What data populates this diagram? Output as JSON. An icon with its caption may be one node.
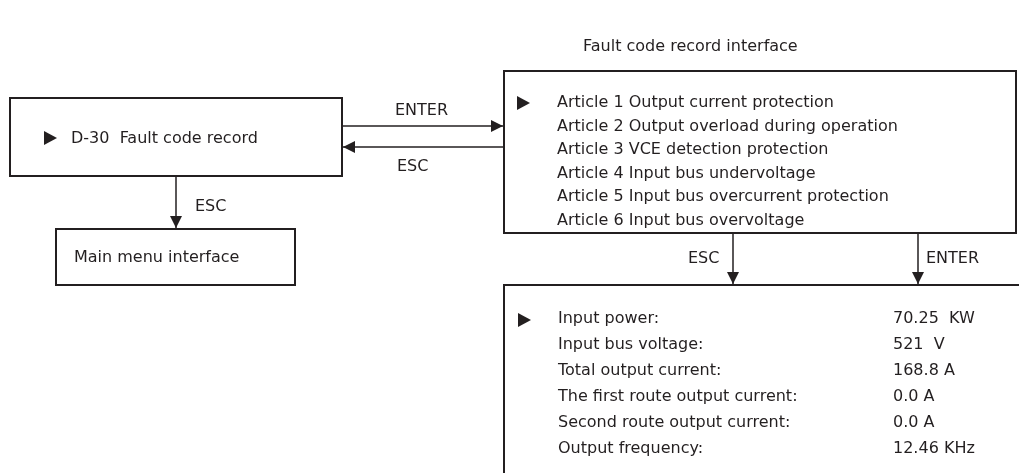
{
  "diagram": {
    "nodes": [
      {
        "text": [
          "D-30  Fault code record"
        ]
      },
      {
        "text": [
          "Main menu interface"
        ]
      },
      {
        "text": [
          "Fault code record interface",
          "Article 1 Output current protection",
          "Article 2 Output overload during operation",
          "Article 3 VCE detection protection",
          "Article 4 Input bus undervoltage",
          "Article 5 Input bus overcurrent protection",
          "Article 6 Input bus overvoltage"
        ]
      },
      {
        "text": [
          "Input power:",
          "70.25  KW",
          "Input bus voltage:",
          "521  V",
          "Total output current:",
          "168.8 A",
          "The first route output current:",
          "0.0 A",
          "Second route output current:",
          "0.0 A",
          "Output frequency:",
          "12.46 KHz"
        ]
      }
    ],
    "edges": [
      {
        "from": 0,
        "to": 2,
        "arrow": "to",
        "label": "ENTER"
      },
      {
        "from": 2,
        "to": 0,
        "arrow": "to",
        "label": "ESC"
      },
      {
        "from": 0,
        "to": 1,
        "arrow": "to",
        "label": "ESC"
      },
      {
        "from": 2,
        "to": 3,
        "arrow": "to",
        "label": "ESC"
      },
      {
        "from": 2,
        "to": 3,
        "arrow": "to",
        "label": "ENTER"
      }
    ]
  }
}
